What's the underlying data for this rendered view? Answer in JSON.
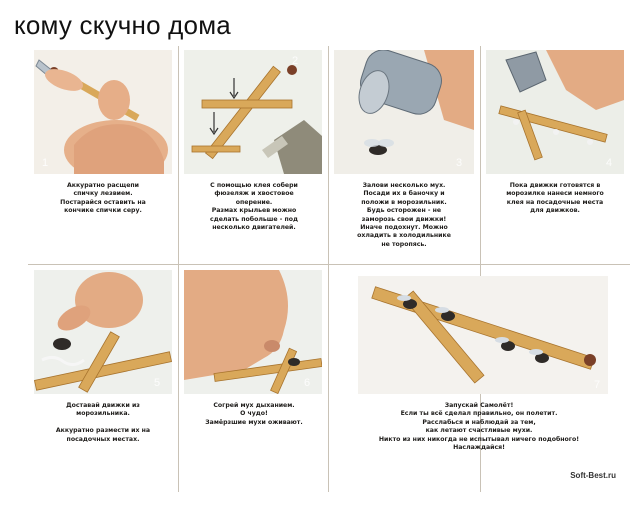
{
  "header": {
    "title": "кому скучно дома"
  },
  "panels": [
    {
      "number": "1",
      "caption": "Аккуратно расщепи\nспичку лезвием.\nПостарайся оставить на\nкончике спички серу."
    },
    {
      "number": "2",
      "caption": "С помощью клея собери\nфюзеляж и хвостовое\nоперение.\nРазмах крыльев можно\nсделать побольше - под\nнесколько двигателей."
    },
    {
      "number": "3",
      "caption": "Залови несколько мух.\nПосади их в баночку и\nположи в морозильник.\nБудь осторожен - не\nзаморозь свои движки!\nИначе подохнут. Можно\nохладить в холодильнике\nне торопясь."
    },
    {
      "number": "4",
      "caption": "Пока движки готовятся в\nморозилке нанеси немного\nклея на посадочные места\nдля движков."
    },
    {
      "number": "5",
      "caption": "Доставай движки из\nморозильника.\n\nАккуратно размести их на\nпосадочных местах."
    },
    {
      "number": "6",
      "caption": "Согрей мух дыханием.\nО чудо!\nЗамёрзшие мухи оживают."
    },
    {
      "number": "7",
      "caption": "Запускай Самолёт!\nЕсли ты всё сделал правильно, он полетит.\nРасслабься и наблюдай за тем,\nкак летают счастливые мухи.\nНикто из них никогда не испытывал ничего подобного!\nНаслаждайся!"
    }
  ],
  "watermark": "Soft-Best.ru",
  "colors": {
    "wood": "#d9a85a",
    "wood_dark": "#a8742e",
    "skin": "#e8b48c",
    "photo_bg": "#eef0f2",
    "panel_bg": "#f7f1e6"
  }
}
